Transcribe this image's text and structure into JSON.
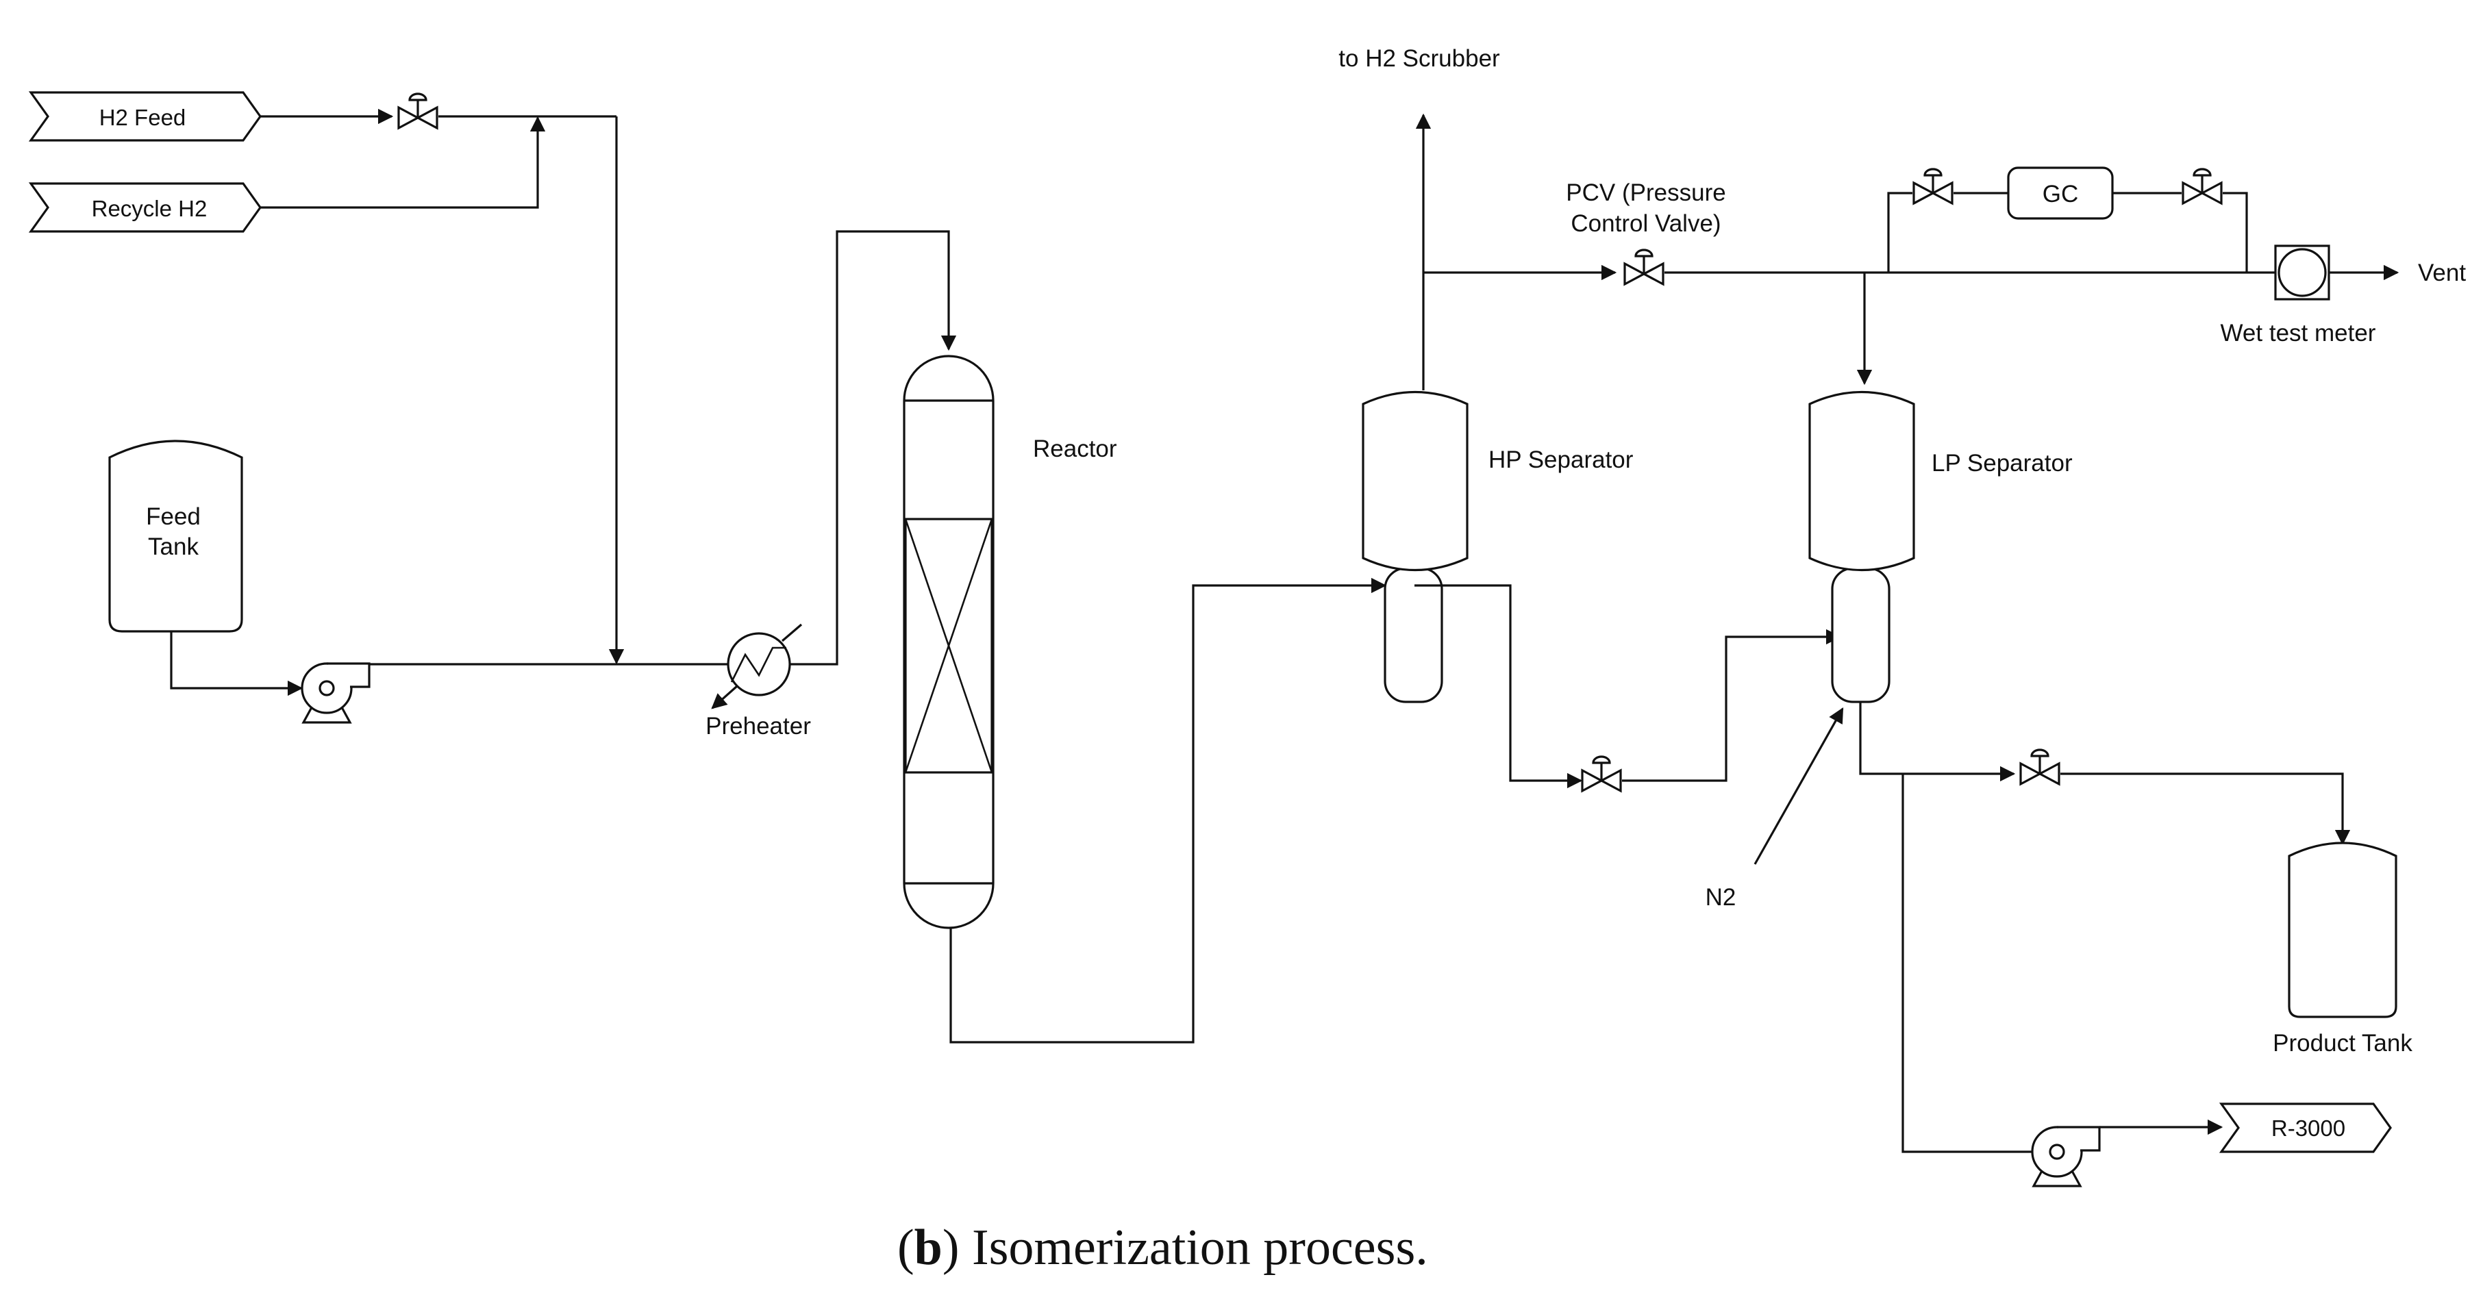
{
  "diagram": {
    "streams": {
      "h2_feed": "H2 Feed",
      "recycle_h2": "Recycle H2",
      "r3000": "R-3000",
      "n2": "N2",
      "vent": "Vent",
      "to_h2_scrubber": "to H2 Scrubber"
    },
    "equipment": {
      "feed_tank": [
        "Feed",
        "Tank"
      ],
      "preheater": "Preheater",
      "reactor": "Reactor",
      "hp_separator": "HP Separator",
      "lp_separator": "LP Separator",
      "pcv": [
        "PCV (Pressure",
        "Control Valve)"
      ],
      "gc": "GC",
      "wet_test_meter": "Wet test meter",
      "product_tank": "Product Tank"
    },
    "caption": {
      "letter": "b",
      "text": ") Isomerization process.",
      "open": "("
    }
  }
}
